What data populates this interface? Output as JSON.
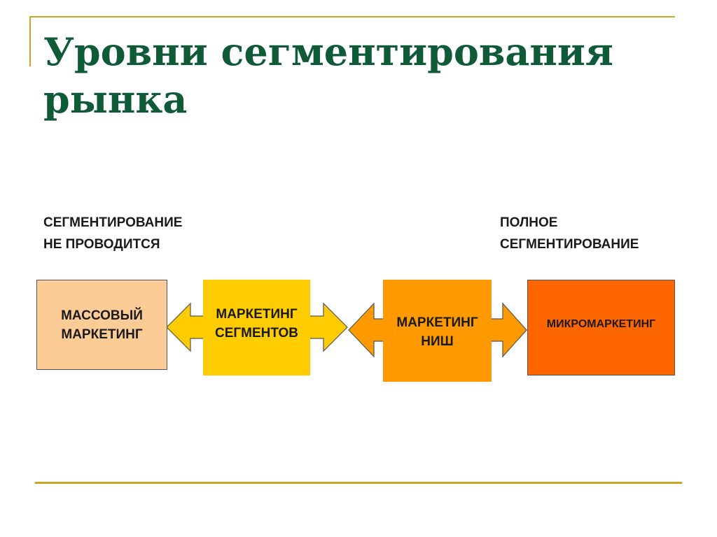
{
  "title": "Уровни сегментирования рынка",
  "left_label": {
    "line1": "СЕГМЕНТИРОВАНИЕ",
    "line2": "НЕ  ПРОВОДИТСЯ"
  },
  "right_label": {
    "line1": "ПОЛНОЕ",
    "line2": "СЕГМЕНТИРОВАНИЕ"
  },
  "stages": [
    {
      "line1": "МАССОВЫЙ",
      "line2": "МАРКЕТИНГ",
      "color": "#fbcc96"
    },
    {
      "line1": "МАРКЕТИНГ",
      "line2": "СЕГМЕНТОВ",
      "color": "#ffcc00"
    },
    {
      "line1": "МАРКЕТИНГ",
      "line2": "НИШ",
      "color": "#ff9900"
    },
    {
      "line1": "МИКРОМАРКЕТИНГ",
      "color": "#ff6600"
    }
  ],
  "colors": {
    "title": "#0f5a37",
    "rule": "#c8a62a"
  }
}
